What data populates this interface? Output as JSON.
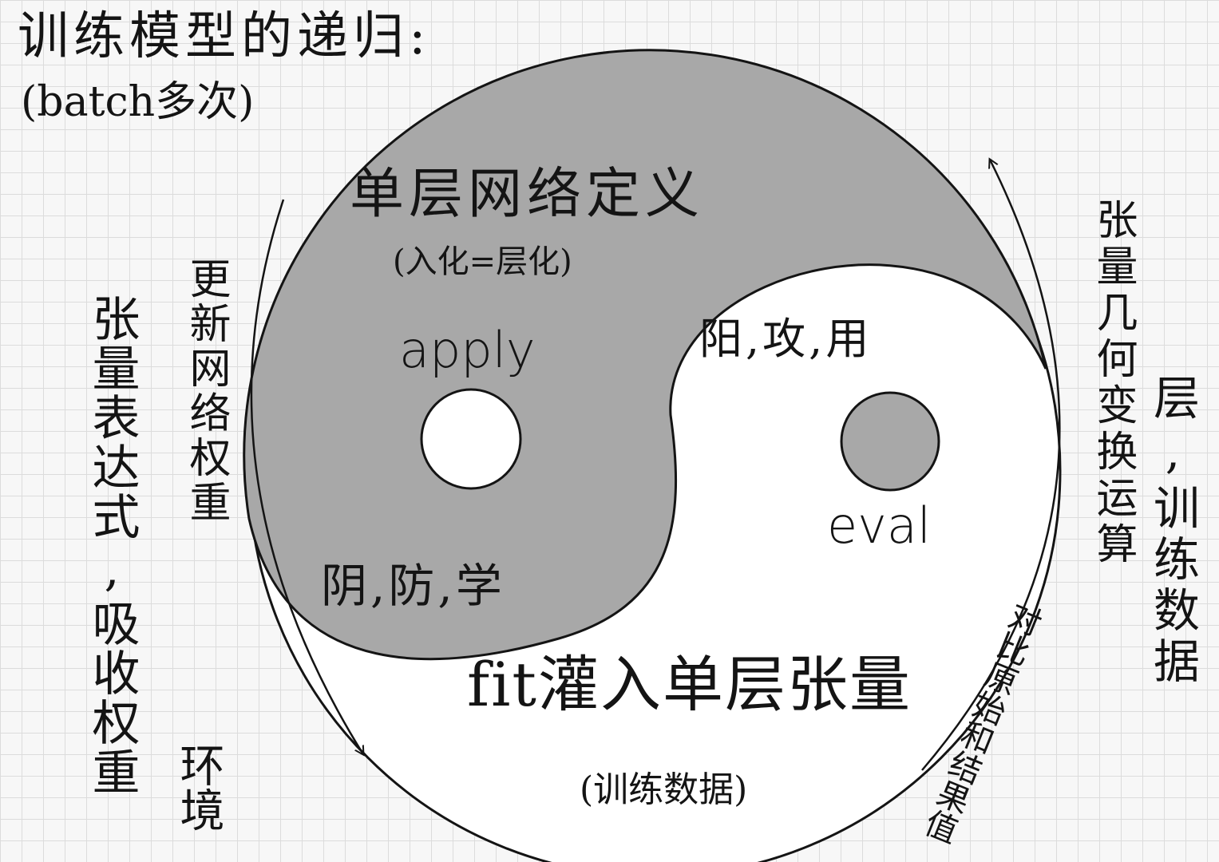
{
  "title": "训练模型的递归:",
  "subtitle": "(batch多次)",
  "yin": {
    "heading": "单层网络定义",
    "subheading": "(入化=层化)",
    "method": "apply",
    "traits": "阴,防,学"
  },
  "yang": {
    "traits": "阳,攻,用",
    "method": "eval"
  },
  "bottom": {
    "heading": "fit灌入单层张量",
    "subheading": "(训练数据)"
  },
  "left_arrow_label": "更新网络权重",
  "left_side_text": "张量表达式,吸收权重",
  "left_side_text_2": "环境",
  "right_arrow_label": "张量几何变换运算",
  "right_arrow_label_2": "对比原始和结果值",
  "right_side_text": "层,训练数据",
  "colors": {
    "yin_fill": "#a8a8a8",
    "yang_fill": "#ffffff",
    "ink": "#141414"
  }
}
